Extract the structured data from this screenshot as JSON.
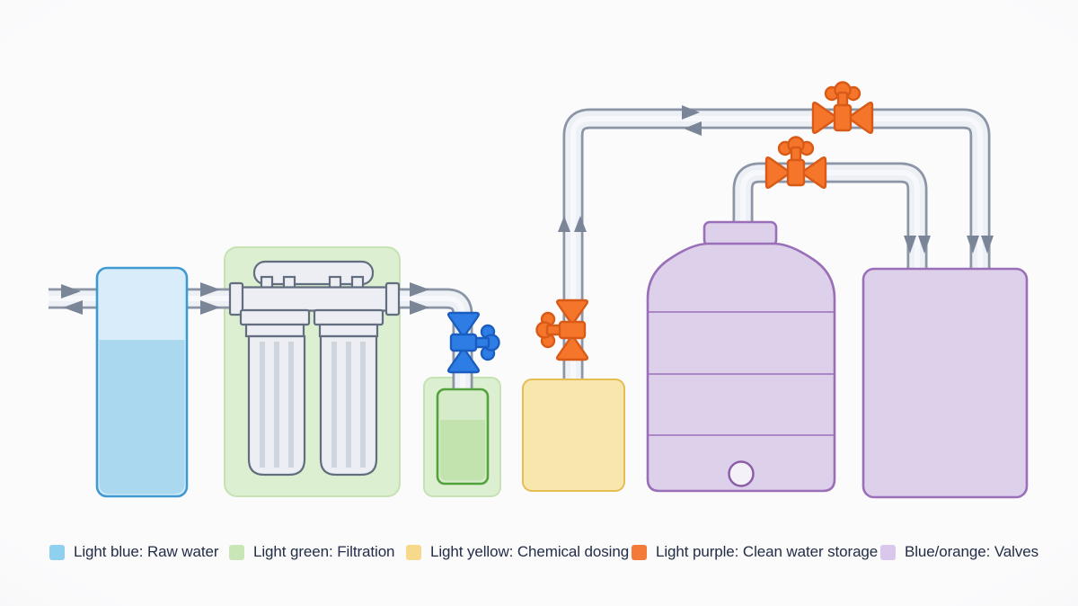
{
  "legend": {
    "items": [
      {
        "label": "Light blue: Raw water",
        "swatch_color": "#8fd0ef"
      },
      {
        "label": "Light green: Filtration",
        "swatch_color": "#c8e6b6"
      },
      {
        "label": "Light yellow: Chemical dosing",
        "swatch_color": "#f7d98c"
      },
      {
        "label": "Light purple: Clean water storage",
        "swatch_color": "#f47a3a"
      },
      {
        "label": "Blue/orange: Valves",
        "swatch_color": "#d9c8ec"
      }
    ]
  },
  "colors": {
    "pipe-border": "#8b95a6",
    "pipe-fill": "#edf0f5",
    "arrow": "#7b8598",
    "panel-green": "#dcefd0",
    "panel-green-border": "#c6e2b4",
    "metal-fill": "#eceef3",
    "metal-border": "#626e80",
    "tank-blue-fill": "#d8edf9",
    "tank-blue-border": "#3f9ad2",
    "tank-blue-water": "#a9d8ef",
    "bottle-fill": "#d6ecc8",
    "bottle-border": "#54a23e",
    "bottle-liquid": "#c2e2ae",
    "tank-yellow-fill": "#f8e7ad",
    "tank-yellow-border": "#e5bd55",
    "tank-purple-fill": "#ddd0ea",
    "tank-purple-border": "#9b6fb8",
    "valve-orange": "#f5752b",
    "valve-orange-border": "#d85a17",
    "valve-blue": "#2e7de5",
    "valve-blue-border": "#1a5dc0",
    "legend-text": "#232d47"
  },
  "diagram": {
    "type": "process-flow",
    "components": [
      {
        "name": "raw-water-tank",
        "fill_role": "light-blue"
      },
      {
        "name": "filtration-unit",
        "fill_role": "light-green",
        "cartridges": 2
      },
      {
        "name": "dosing-bottle",
        "fill_role": "light-green"
      },
      {
        "name": "chemical-dosing-tank",
        "fill_role": "light-yellow"
      },
      {
        "name": "clean-water-storage-tank",
        "fill_role": "light-purple"
      },
      {
        "name": "secondary-storage-tank",
        "fill_role": "light-purple"
      },
      {
        "name": "blue-valve",
        "type": "valve",
        "color_role": "blue"
      },
      {
        "name": "orange-valve-dosing-riser",
        "type": "valve",
        "color_role": "orange"
      },
      {
        "name": "orange-valve-top-line",
        "type": "valve",
        "color_role": "orange"
      },
      {
        "name": "orange-valve-tank-line",
        "type": "valve",
        "color_role": "orange"
      }
    ]
  }
}
